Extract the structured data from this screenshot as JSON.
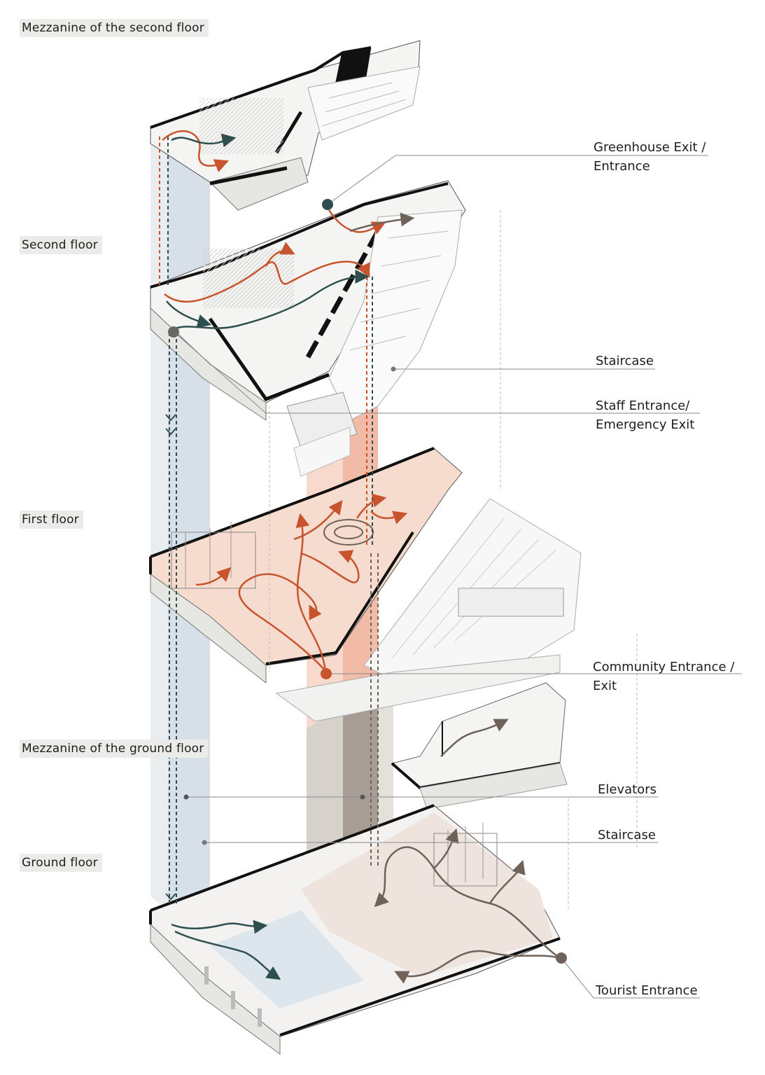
{
  "floors": {
    "mezzanine_second": "Mezzanine of the second floor",
    "second": "Second floor",
    "first": "First floor",
    "mezzanine_ground": "Mezzanine of the ground floor",
    "ground": "Ground floor"
  },
  "callouts": {
    "greenhouse": [
      "Greenhouse Exit /",
      "Entrance"
    ],
    "staircase_upper": "Staircase",
    "staff": [
      "Staff Entrance/",
      "Emergency Exit"
    ],
    "community": [
      "Community Entrance /",
      "Exit"
    ],
    "elevators": "Elevators",
    "staircase_lower": "Staircase",
    "tourist": "Tourist Entrance"
  },
  "colors": {
    "circulation_orange": "#c8542e",
    "circulation_dark_teal": "#2f4f4f",
    "circulation_grey": "#6e6259",
    "elevator_shaft_blue": "#c9d6e0",
    "stair_shaft_orange": "#eea48a",
    "floor_fill_peach": "#f6dccf",
    "slab_grey": "#e6e6e3",
    "wall_black": "#111111"
  }
}
